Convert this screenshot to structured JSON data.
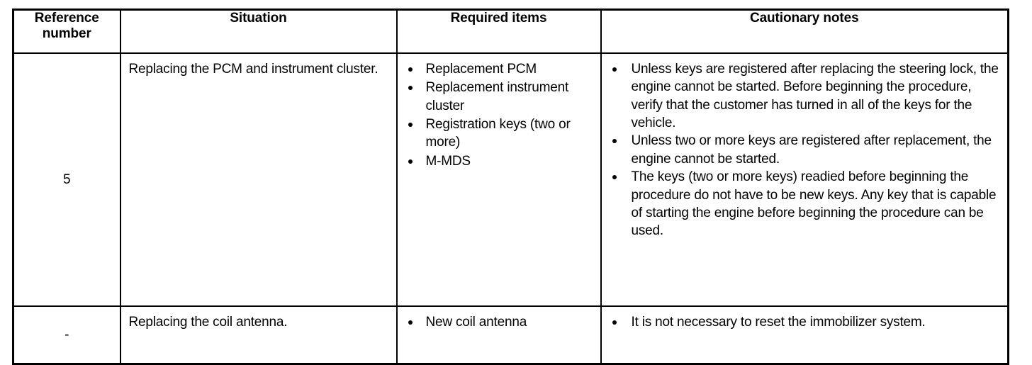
{
  "table": {
    "caption": "",
    "columns": [
      {
        "key": "reference_number",
        "label": "Reference\nnumber"
      },
      {
        "key": "situation",
        "label": "Situation"
      },
      {
        "key": "required_items",
        "label": "Required items"
      },
      {
        "key": "cautionary_notes",
        "label": "Cautionary notes"
      }
    ],
    "rows": [
      {
        "reference_number": "5",
        "situation": "Replacing the PCM and instrument cluster.",
        "required_items": [
          "Replacement PCM",
          "Replacement instrument cluster",
          "Registration keys (two or more)",
          "M-MDS"
        ],
        "cautionary_notes": [
          "Unless keys are registered after replacing the steering lock, the engine cannot be started. Before beginning the procedure, verify that the customer has turned in all of the keys for the vehicle.",
          "Unless two or more keys are registered after replacement, the engine cannot be started.",
          "The keys (two or more keys) readied before beginning the procedure do not have to be new keys. Any key that is capable of starting the engine before beginning the procedure can be used."
        ]
      },
      {
        "reference_number": "-",
        "situation": "Replacing the coil antenna.",
        "required_items": [
          "New coil antenna"
        ],
        "cautionary_notes": [
          "It is not necessary to reset the immobilizer system."
        ]
      }
    ]
  },
  "style": {
    "text_color": "#000000",
    "background_color": "#ffffff",
    "border_color": "#000000"
  }
}
